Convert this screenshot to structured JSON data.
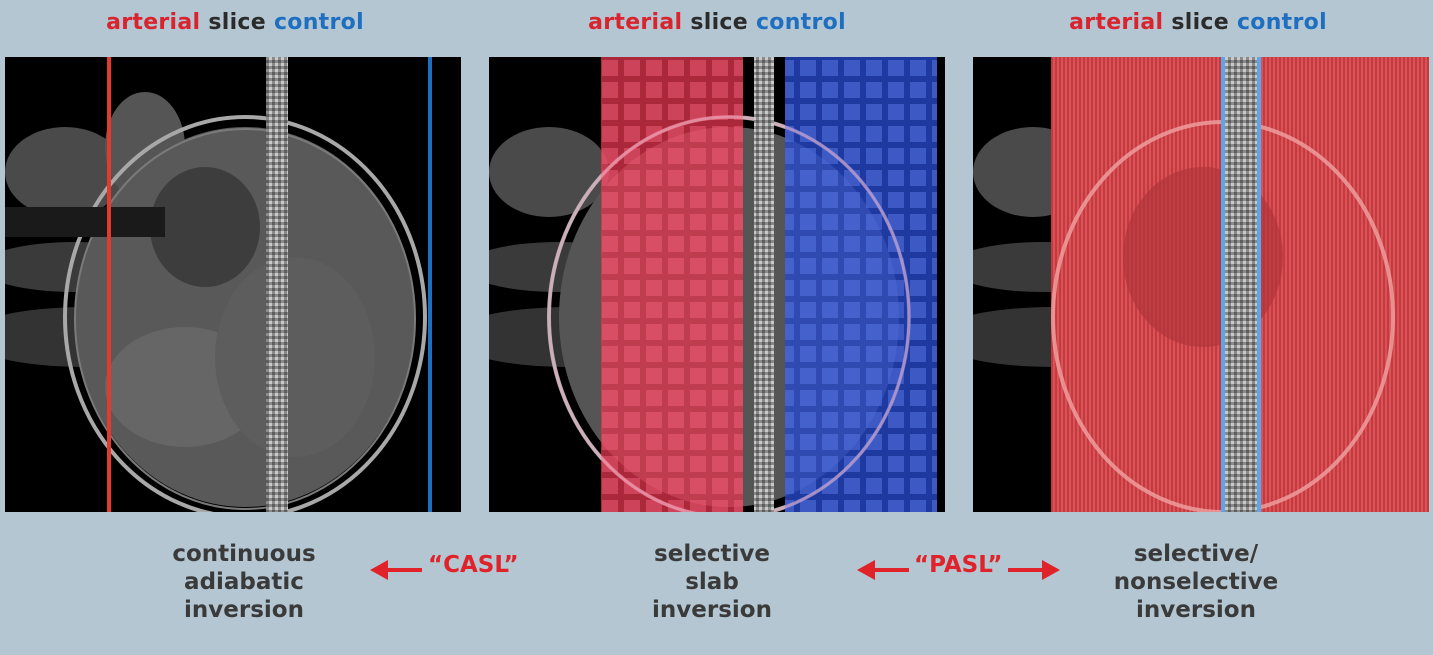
{
  "panels": [
    {
      "title": {
        "arterial": "arterial",
        "slice": "slice",
        "control": "control"
      },
      "caption": [
        "continuous",
        "adiabatic",
        "inversion"
      ]
    },
    {
      "title": {
        "arterial": "arterial",
        "slice": "slice",
        "control": "control"
      },
      "caption": [
        "selective",
        "slab",
        "inversion"
      ]
    },
    {
      "title": {
        "arterial": "arterial",
        "slice": "slice",
        "control": "control"
      },
      "caption": [
        "selective/",
        "nonselective",
        "inversion"
      ]
    }
  ],
  "methods": {
    "casl": "“CASL”",
    "pasl": "“PASL”"
  },
  "colors": {
    "background": "#b3c6d2",
    "arterial": "#d9232d",
    "control": "#1f6fc0",
    "slice": "#2b2b2b"
  }
}
